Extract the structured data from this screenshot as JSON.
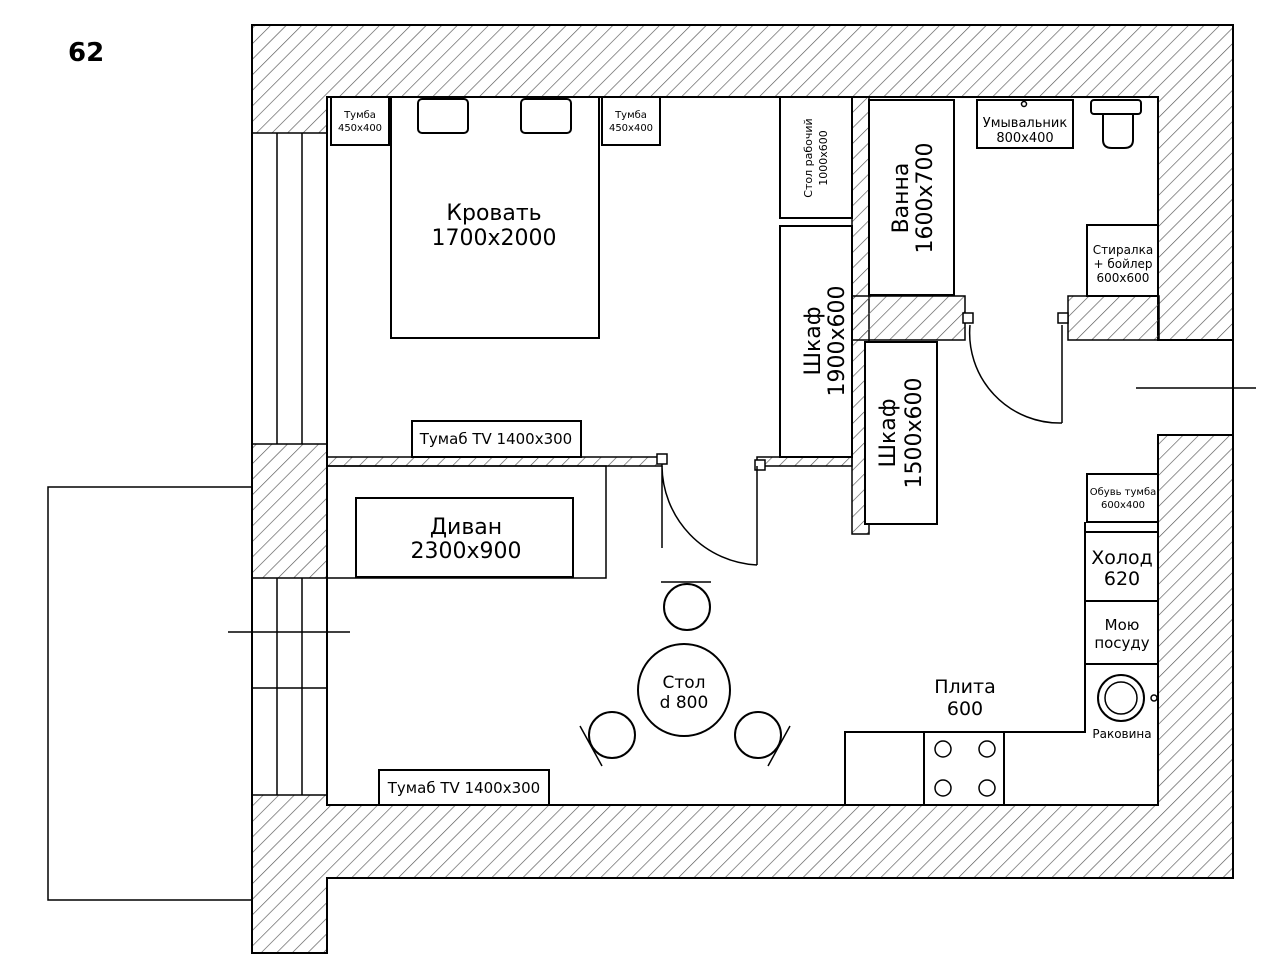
{
  "plan": {
    "number": "62",
    "colors": {
      "line": "#000000",
      "hatch": "#555555",
      "background": "#ffffff"
    },
    "furniture": {
      "nightstand_left": {
        "name": "Тумба",
        "size": "450x400"
      },
      "nightstand_right": {
        "name": "Тумба",
        "size": "450x400"
      },
      "bed": {
        "name": "Кровать",
        "size": "1700x2000"
      },
      "desk": {
        "name": "Стол рабочий",
        "size": "1000x600"
      },
      "bathtub": {
        "name": "Ванна",
        "size": "1600x700"
      },
      "washbasin": {
        "name": "Умывальник",
        "size": "800x400"
      },
      "washer_boiler": {
        "line1": "Стиралка",
        "line2": "+ бойлер",
        "size": "600x600"
      },
      "wardrobe_bedroom": {
        "name": "Шкаф",
        "size": "1900x600"
      },
      "wardrobe_hall": {
        "name": "Шкаф",
        "size": "1500x600"
      },
      "tv_stand_bedroom": {
        "label": "Тумаб TV 1400x300"
      },
      "tv_stand_living": {
        "label": "Тумаб TV 1400x300"
      },
      "sofa": {
        "name": "Диван",
        "size": "2300x900"
      },
      "table": {
        "name": "Стол",
        "size": "d 800"
      },
      "shoe_cabinet": {
        "name": "Обувь тумба",
        "size": "600x400"
      },
      "fridge": {
        "name": "Холод",
        "size": "620"
      },
      "dishwasher": {
        "line1": "Мою",
        "line2": "посуду"
      },
      "stove": {
        "name": "Плита",
        "size": "600"
      },
      "sink": {
        "name": "Раковина"
      }
    }
  }
}
